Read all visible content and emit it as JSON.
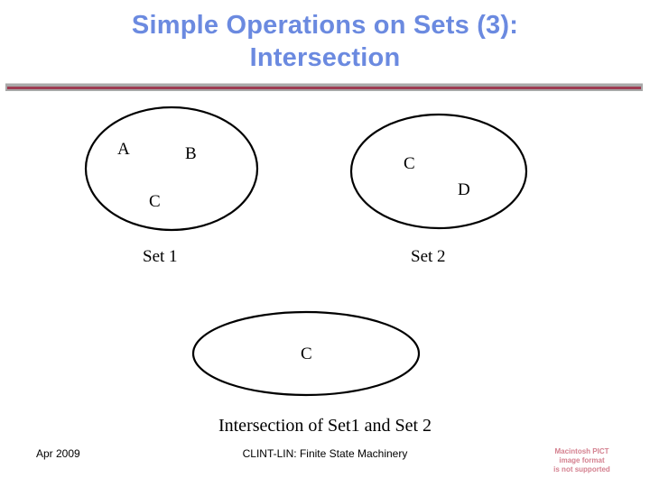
{
  "slide": {
    "title": "Simple Operations on Sets (3):\nIntersection",
    "title_color": "#6b8ae0",
    "background_color": "#ffffff",
    "rule_color": "#9e3b52",
    "rule_band_color": "#a8a8a8"
  },
  "sets": {
    "set1": {
      "caption": "Set 1",
      "members": [
        {
          "label": "A"
        },
        {
          "label": "B"
        },
        {
          "label": "C"
        }
      ]
    },
    "set2": {
      "caption": "Set 2",
      "members": [
        {
          "label": "C"
        },
        {
          "label": "D"
        }
      ]
    },
    "intersection": {
      "caption": "Intersection of Set1 and Set 2",
      "members": [
        {
          "label": "C"
        }
      ]
    }
  },
  "footer": {
    "date": "Apr 2009",
    "center": "CLINT-LIN: Finite State Machinery"
  },
  "pict_placeholder": {
    "line1": "Macintosh PICT",
    "line2": "image format",
    "line3": "is not supported",
    "color": "#d4808f"
  }
}
